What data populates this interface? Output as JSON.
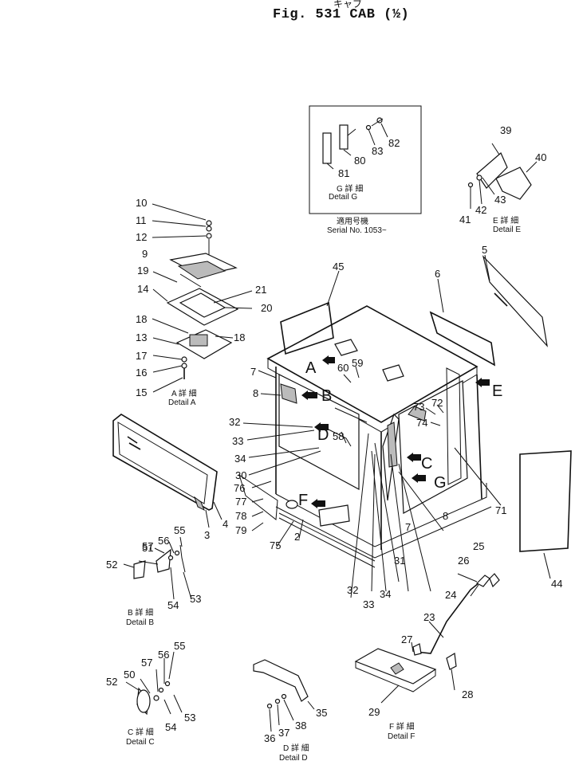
{
  "title": {
    "kana": "キャブ",
    "main": "Fig. 531  CAB (½)"
  },
  "callouts": [
    "2",
    "3",
    "4",
    "5",
    "6",
    "7",
    "7",
    "8",
    "8",
    "10",
    "11",
    "12",
    "9",
    "19",
    "14",
    "21",
    "20",
    "18",
    "13",
    "18",
    "17",
    "16",
    "15",
    "23",
    "24",
    "25",
    "26",
    "27",
    "28",
    "29",
    "30",
    "31",
    "32",
    "33",
    "34",
    "32",
    "33",
    "34",
    "35",
    "36",
    "37",
    "38",
    "39",
    "40",
    "41",
    "42",
    "43",
    "44",
    "45",
    "51",
    "52",
    "54",
    "55",
    "56",
    "57",
    "53",
    "50",
    "52",
    "54",
    "55",
    "56",
    "57",
    "53",
    "58",
    "59",
    "60",
    "71",
    "72",
    "73",
    "74",
    "75",
    "76",
    "77",
    "78",
    "79",
    "80",
    "81",
    "82",
    "83"
  ],
  "view_letters": [
    "A",
    "B",
    "C",
    "D",
    "E",
    "F",
    "G"
  ],
  "details": {
    "a": {
      "jp": "A 詳 細",
      "en": "Detail  A"
    },
    "b": {
      "jp": "B 詳 細",
      "en": "Detail  B"
    },
    "c": {
      "jp": "C 詳 細",
      "en": "Detail  C"
    },
    "d": {
      "jp": "D 詳 細",
      "en": "Detail  D"
    },
    "e": {
      "jp": "E 詳 細",
      "en": "Detail  E"
    },
    "f": {
      "jp": "F 詳 細",
      "en": "Detail  F"
    },
    "g": {
      "jp": "G 詳 細",
      "en": "Detail  G"
    }
  },
  "serial": {
    "jp": "適用号機",
    "en": "Serial  No.  1053~"
  }
}
